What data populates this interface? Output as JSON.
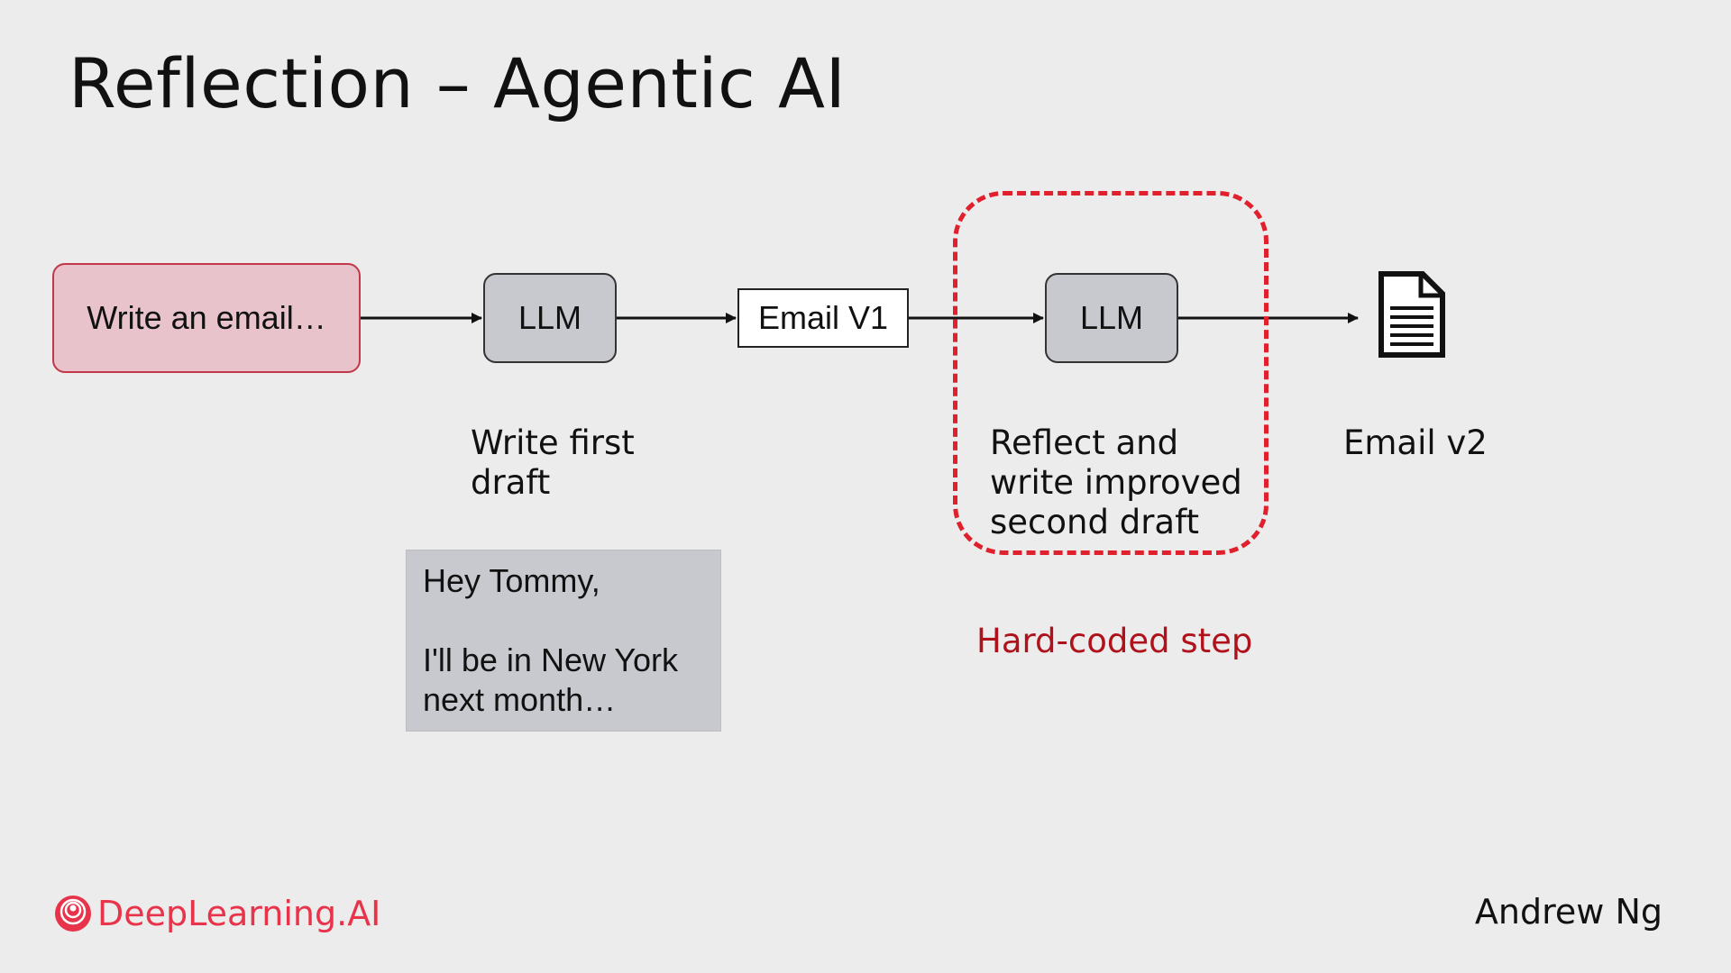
{
  "title": "Reflection – Agentic AI",
  "nodes": {
    "prompt": "Write an email…",
    "llm_first": "LLM",
    "email_v1": "Email V1",
    "llm_second": "LLM"
  },
  "captions": {
    "write_first_draft": "Write first\ndraft",
    "reflect": "Reflect and\nwrite improved\nsecond draft",
    "email_v2": "Email v2"
  },
  "draft_preview": {
    "lines": [
      "Hey Tommy,",
      "",
      "I'll be in New York",
      "next month…"
    ]
  },
  "hardcoded_label": "Hard-coded step",
  "icons": {
    "output_document": "document-icon",
    "brand_mark": "deeplearning-logo-icon"
  },
  "footer": {
    "brand": "DeepLearning.AI",
    "author": "Andrew Ng"
  },
  "colors": {
    "background": "#ececec",
    "prompt_fill": "#e8c3cb",
    "prompt_border": "#c23848",
    "llm_fill": "#c8c9ce",
    "highlight_dash": "#e0202c",
    "hardcoded_text": "#b0121c",
    "brand": "#e8344a"
  }
}
